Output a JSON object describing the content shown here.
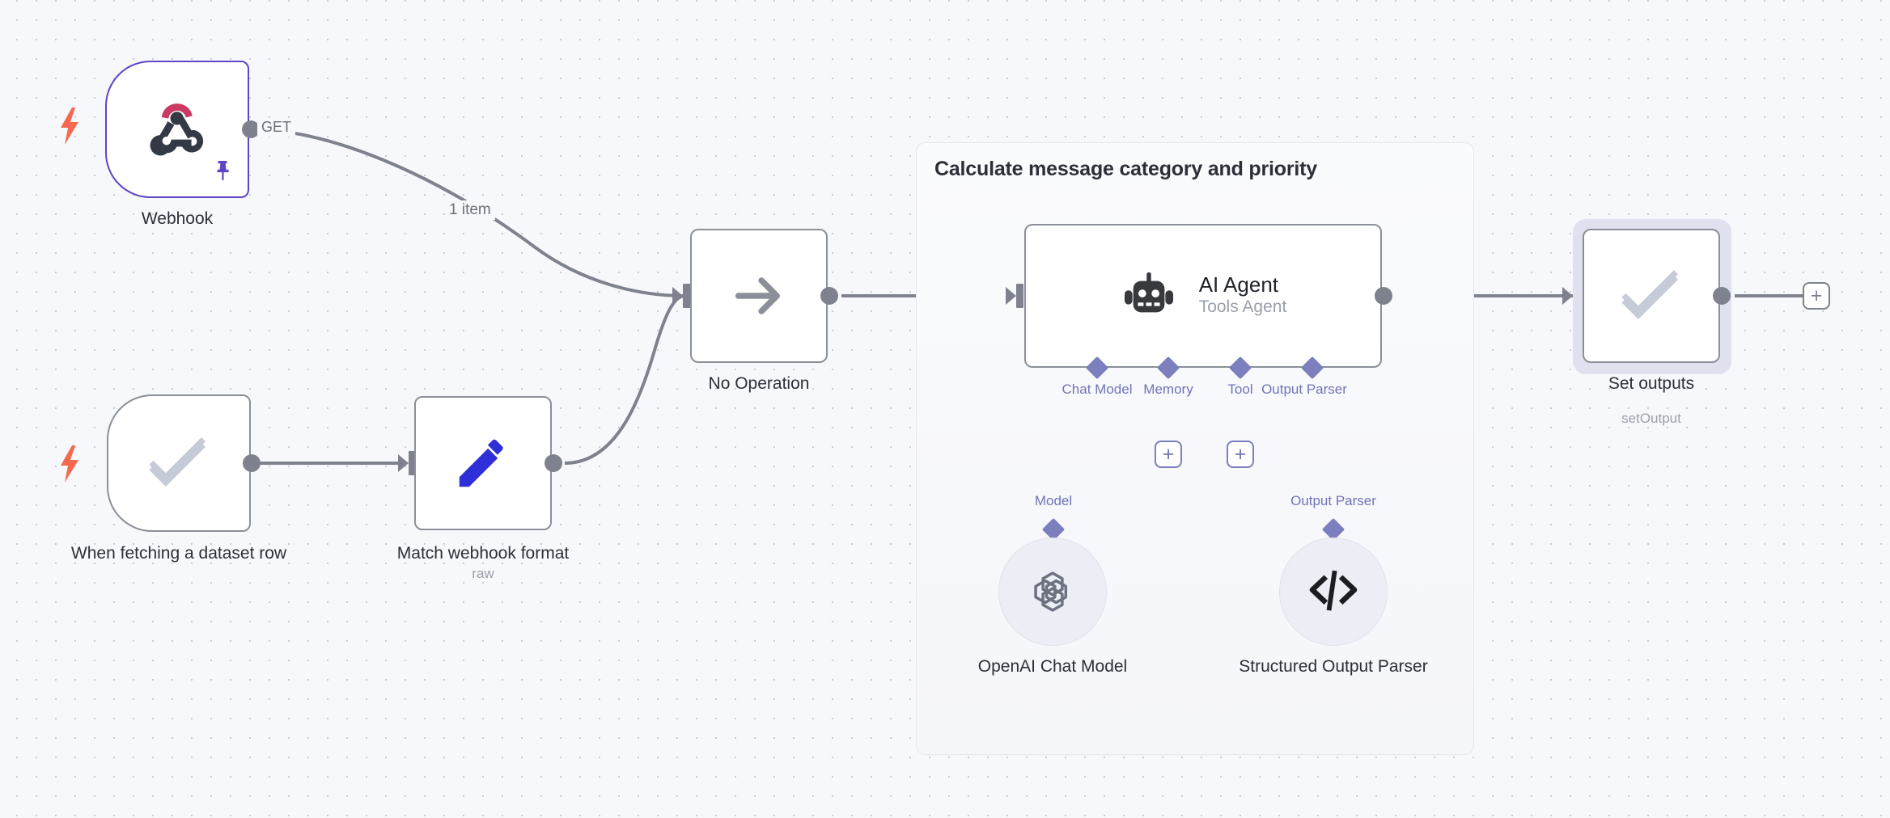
{
  "app": {
    "name": "n8n-workflow-canvas",
    "canvas_background": "#f7f8fb",
    "grid_dot_color": "#c9ccd6"
  },
  "group": {
    "title": "Calculate message category and priority",
    "border_color": "#e6e8ef"
  },
  "nodes": [
    {
      "id": "webhook",
      "label": "Webhook",
      "sublabel": "",
      "icon": "webhook-icon",
      "is_trigger": true,
      "pinned": true,
      "accent_color": "#5f45c4"
    },
    {
      "id": "when-fetching-dataset-row",
      "label": "When fetching a dataset row",
      "sublabel": "",
      "icon": "double-check-icon",
      "is_trigger": true,
      "pinned": false,
      "accent_color": "#8b8f99"
    },
    {
      "id": "match-webhook-format",
      "label": "Match webhook format",
      "sublabel": "raw",
      "icon": "pencil-icon",
      "is_trigger": false,
      "pinned": false,
      "accent_color": "#8b8f99"
    },
    {
      "id": "no-operation",
      "label": "No Operation",
      "sublabel": "",
      "icon": "arrow-right-icon",
      "is_trigger": false,
      "pinned": false,
      "accent_color": "#8b8f99"
    },
    {
      "id": "ai-agent",
      "label": "AI Agent",
      "sublabel": "Tools Agent",
      "icon": "robot-icon",
      "is_trigger": false,
      "pinned": false,
      "accent_color": "#8b8f99"
    },
    {
      "id": "set-outputs",
      "label": "Set outputs",
      "sublabel": "setOutput",
      "icon": "double-check-icon",
      "is_trigger": false,
      "pinned": false,
      "selected": true,
      "accent_color": "#8b8f99"
    }
  ],
  "subnodes": [
    {
      "id": "openai-chat-model",
      "label": "OpenAI Chat Model",
      "icon": "openai-icon",
      "port_label": "Model"
    },
    {
      "id": "structured-output-parser",
      "label": "Structured Output Parser",
      "icon": "code-brackets-icon",
      "port_label": "Output Parser"
    }
  ],
  "agent_ports": [
    {
      "id": "chat-model",
      "label": "Chat Model"
    },
    {
      "id": "memory",
      "label": "Memory"
    },
    {
      "id": "tool",
      "label": "Tool"
    },
    {
      "id": "output-parser",
      "label": "Output Parser"
    }
  ],
  "edges": [
    {
      "id": "webhook-to-noop",
      "label": "GET",
      "secondary_label": "1 item"
    },
    {
      "id": "fetch-to-match",
      "label": "",
      "secondary_label": ""
    },
    {
      "id": "match-to-noop",
      "label": "",
      "secondary_label": ""
    },
    {
      "id": "noop-to-agent",
      "label": "",
      "secondary_label": ""
    },
    {
      "id": "agent-to-set",
      "label": "",
      "secondary_label": ""
    }
  ],
  "buttons": {
    "add_after_set_outputs": "+",
    "add_memory": "+",
    "add_tool": "+"
  },
  "colors": {
    "trigger_bolt": "#f4694f",
    "pin_purple": "#5f45c4",
    "connector_gray": "#7d828d",
    "ai_port_purple": "#7b7fbe",
    "pencil_blue": "#2f2fd8",
    "webhook_pink": "#cc3a63",
    "webhook_dark": "#333a45",
    "check_gray": "#c6cbd8"
  }
}
